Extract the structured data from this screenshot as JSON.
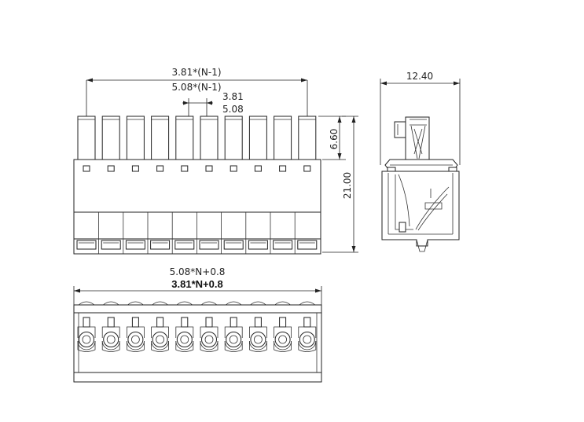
{
  "dimensions": {
    "top_span_3_81": "3.81*(N-1)",
    "top_span_5_08": "5.08*(N-1)",
    "pitch_3_81": "3.81",
    "pitch_5_08": "5.08",
    "pin_height": "6.60",
    "overall_height": "21.00",
    "side_width": "12.40",
    "bottom_span_5_08": "5.08*N+0.8",
    "bottom_span_3_81": "3.81*N+0.8"
  },
  "pin_count": 10
}
